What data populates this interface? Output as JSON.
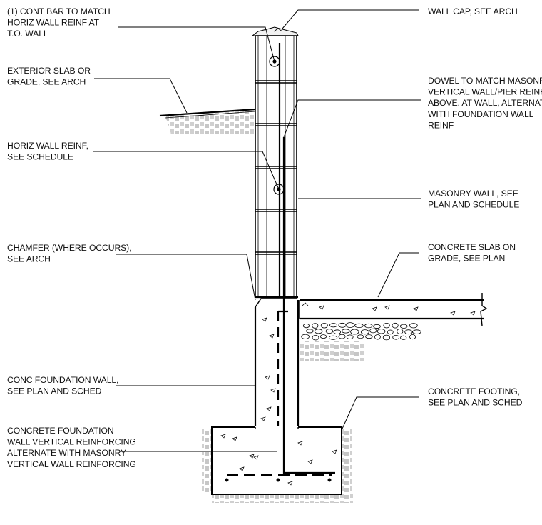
{
  "labels": {
    "cont_bar": [
      "(1) CONT BAR TO MATCH",
      "HORIZ WALL REINF AT",
      "T.O. WALL"
    ],
    "exterior_slab": [
      "EXTERIOR SLAB OR",
      "GRADE, SEE ARCH"
    ],
    "horiz_reinf": [
      "HORIZ WALL REINF,",
      "SEE SCHEDULE"
    ],
    "chamfer": [
      "CHAMFER (WHERE OCCURS),",
      "SEE ARCH"
    ],
    "conc_foundation_wall": [
      "CONC FOUNDATION WALL,",
      "SEE PLAN AND SCHED"
    ],
    "foundation_vert_reinf": [
      "CONCRETE FOUNDATION",
      "WALL VERTICAL REINFORCING",
      "ALTERNATE WITH MASONRY",
      "VERTICAL WALL REINFORCING"
    ],
    "wall_cap": [
      "WALL CAP, SEE ARCH"
    ],
    "dowel": [
      "DOWEL TO MATCH MASONRY",
      "VERTICAL WALL/PIER REINF",
      "ABOVE. AT WALL, ALTERNATE",
      "WITH FOUNDATION WALL",
      "REINF"
    ],
    "masonry_wall": [
      "MASONRY WALL, SEE",
      "PLAN AND SCHEDULE"
    ],
    "slab_on_grade": [
      "CONCRETE SLAB ON",
      "GRADE, SEE PLAN"
    ],
    "footing": [
      "CONCRETE FOOTING,",
      "SEE PLAN AND SCHED"
    ]
  }
}
